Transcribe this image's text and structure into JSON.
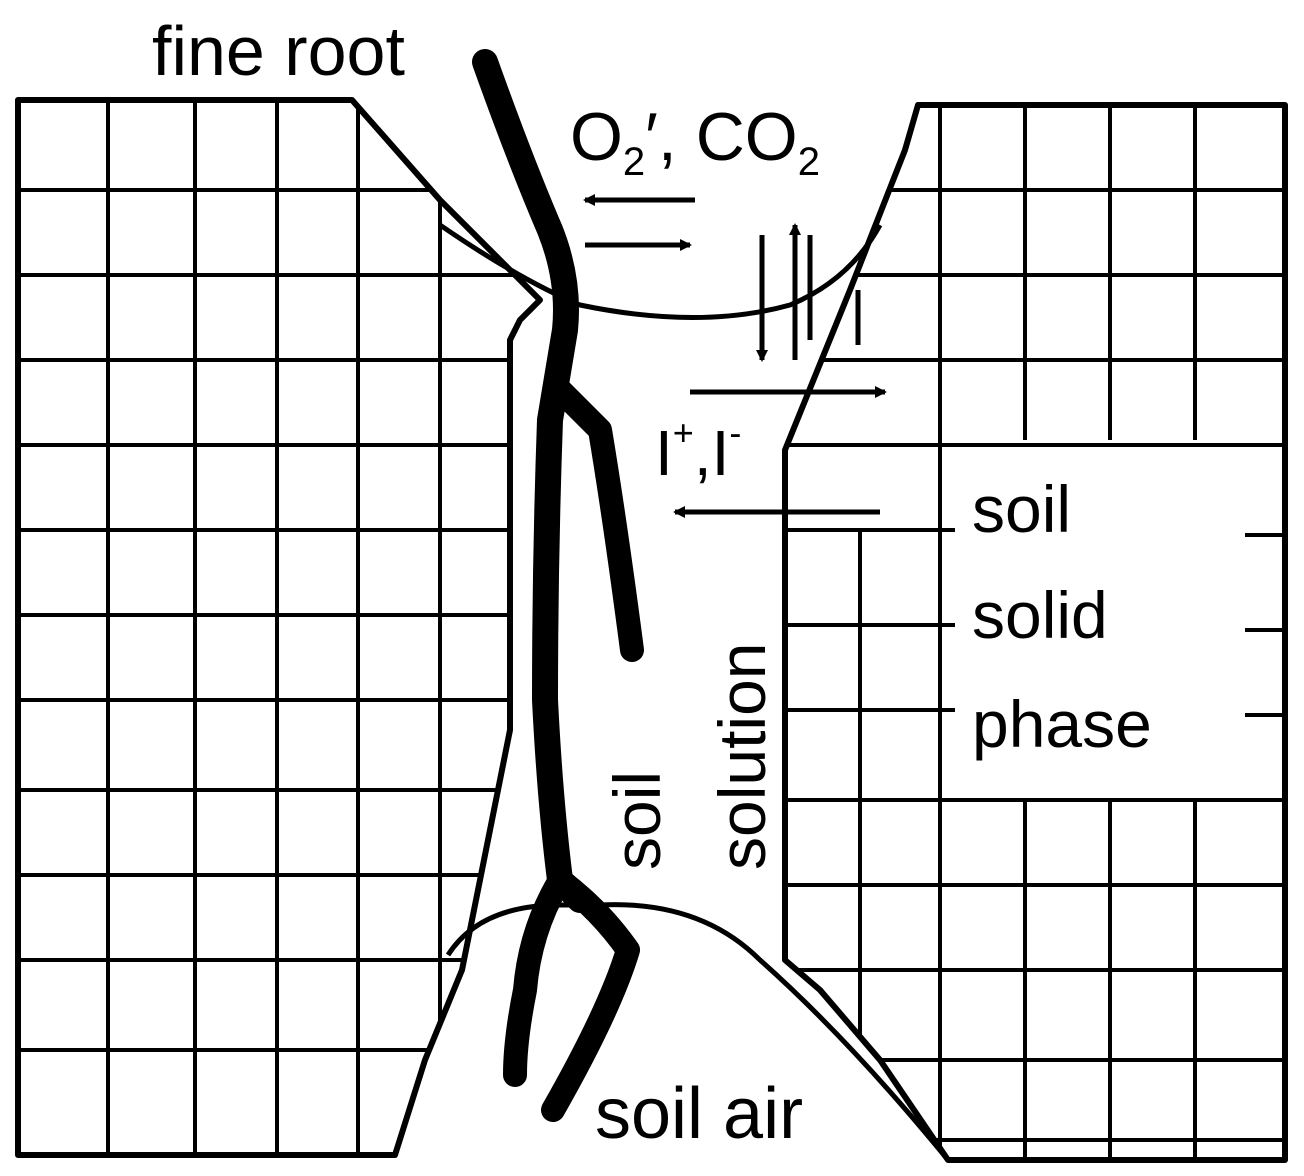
{
  "labels": {
    "fine_root": "fine root",
    "gases": "O",
    "gas_sub_1": "2",
    "gas_sep": "′, CO",
    "gas_sub_2": "2",
    "ions_1": "I",
    "ions_sup_1": "+",
    "ions_sep": ",I",
    "ions_sup_2": "-",
    "soil_solid_phase_1": "soil",
    "soil_solid_phase_2": "solid",
    "soil_solid_phase_3": "phase",
    "soil_solution_1": "soil",
    "soil_solution_2": "solution",
    "soil_air": "soil air"
  },
  "colors": {
    "ink": "#000000",
    "paper": "#ffffff"
  }
}
